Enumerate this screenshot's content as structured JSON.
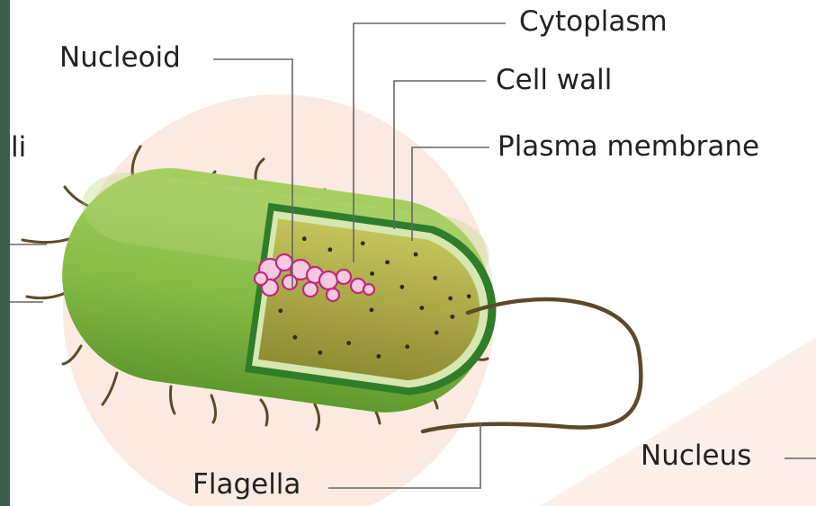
{
  "labels": {
    "cytoplasm": "Cytoplasm",
    "nucleoid": "Nucleoid",
    "cell_wall": "Cell wall",
    "pili_fragment": "li",
    "plasma_membrane": "Plasma membrane",
    "nucleus": "Nucleus",
    "flagella": "Flagella"
  },
  "colors": {
    "left_strip": "#3a5e4a",
    "background_circle": "#fbe9e0",
    "cell_outer": "#8cc04a",
    "cell_dark": "#5e9a2e",
    "cytoplasm_fill": "#9aa040",
    "nucleoid_dna": "#c0287c",
    "appendages": "#5b4a2a",
    "leader_lines": "#666666",
    "label_text": "#222222"
  },
  "icons": {
    "cell": "rod-shaped-prokaryotic-cell-illustration"
  }
}
